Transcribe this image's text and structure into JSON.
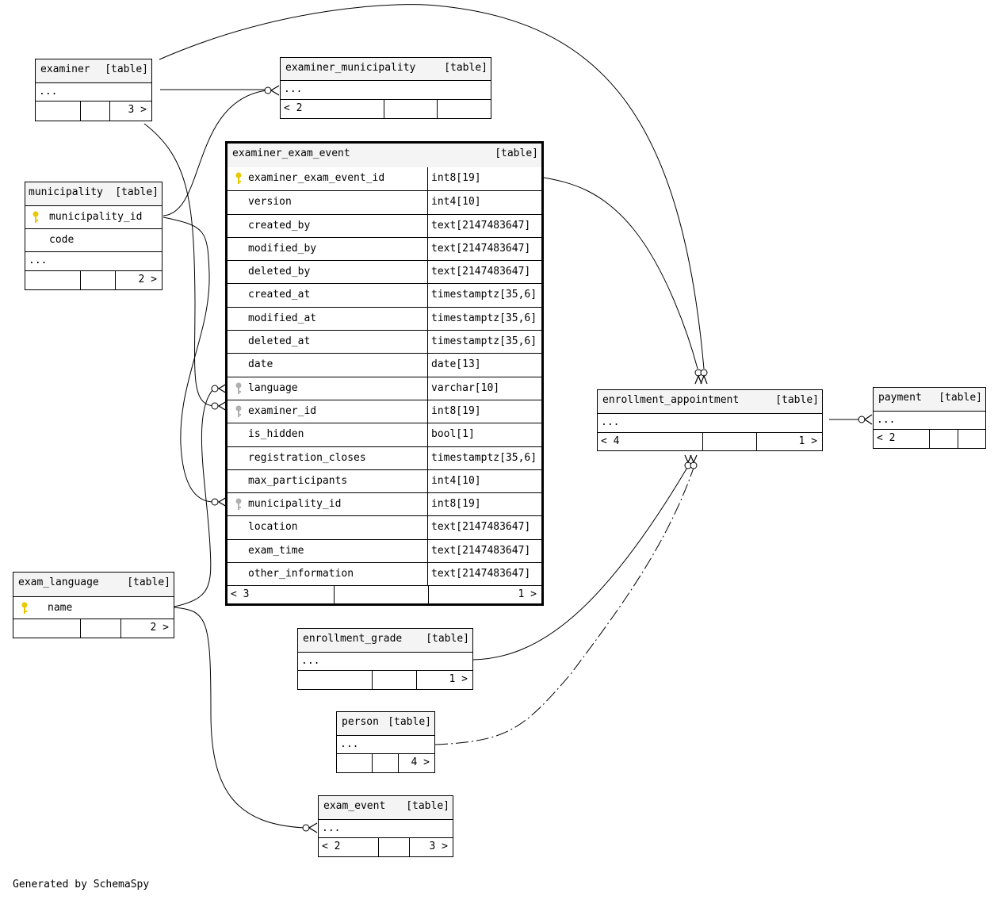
{
  "diagram": {
    "tables": {
      "examiner": {
        "name": "examiner",
        "tag": "[table]",
        "columns_more": "...",
        "footer": [
          "",
          "",
          "3 >"
        ]
      },
      "examiner_municipality": {
        "name": "examiner_municipality",
        "tag": "[table]",
        "columns_more": "...",
        "footer": [
          "< 2",
          "",
          ""
        ]
      },
      "municipality": {
        "name": "municipality",
        "tag": "[table]",
        "columns": [
          {
            "name": "municipality_id",
            "key": "primary"
          },
          {
            "name": "code",
            "key": "none"
          }
        ],
        "columns_more": "...",
        "footer": [
          "",
          "",
          "2 >"
        ]
      },
      "examiner_exam_event": {
        "name": "examiner_exam_event",
        "tag": "[table]",
        "columns": [
          {
            "name": "examiner_exam_event_id",
            "type": "int8[19]",
            "key": "primary"
          },
          {
            "name": "version",
            "type": "int4[10]",
            "key": "none"
          },
          {
            "name": "created_by",
            "type": "text[2147483647]",
            "key": "none"
          },
          {
            "name": "modified_by",
            "type": "text[2147483647]",
            "key": "none"
          },
          {
            "name": "deleted_by",
            "type": "text[2147483647]",
            "key": "none"
          },
          {
            "name": "created_at",
            "type": "timestamptz[35,6]",
            "key": "none"
          },
          {
            "name": "modified_at",
            "type": "timestamptz[35,6]",
            "key": "none"
          },
          {
            "name": "deleted_at",
            "type": "timestamptz[35,6]",
            "key": "none"
          },
          {
            "name": "date",
            "type": "date[13]",
            "key": "none"
          },
          {
            "name": "language",
            "type": "varchar[10]",
            "key": "foreign"
          },
          {
            "name": "examiner_id",
            "type": "int8[19]",
            "key": "foreign"
          },
          {
            "name": "is_hidden",
            "type": "bool[1]",
            "key": "none"
          },
          {
            "name": "registration_closes",
            "type": "timestamptz[35,6]",
            "key": "none"
          },
          {
            "name": "max_participants",
            "type": "int4[10]",
            "key": "none"
          },
          {
            "name": "municipality_id",
            "type": "int8[19]",
            "key": "foreign"
          },
          {
            "name": "location",
            "type": "text[2147483647]",
            "key": "none"
          },
          {
            "name": "exam_time",
            "type": "text[2147483647]",
            "key": "none"
          },
          {
            "name": "other_information",
            "type": "text[2147483647]",
            "key": "none"
          }
        ],
        "footer": [
          "< 3",
          "",
          "1 >"
        ]
      },
      "exam_language": {
        "name": "exam_language",
        "tag": "[table]",
        "columns": [
          {
            "name": "name",
            "key": "primary"
          }
        ],
        "footer": [
          "",
          "",
          "2 >"
        ]
      },
      "enrollment_appointment": {
        "name": "enrollment_appointment",
        "tag": "[table]",
        "columns_more": "...",
        "footer": [
          "< 4",
          "",
          "1 >"
        ]
      },
      "payment": {
        "name": "payment",
        "tag": "[table]",
        "columns_more": "...",
        "footer": [
          "< 2",
          "",
          ""
        ]
      },
      "enrollment_grade": {
        "name": "enrollment_grade",
        "tag": "[table]",
        "columns_more": "...",
        "footer": [
          "",
          "",
          "1 >"
        ]
      },
      "person": {
        "name": "person",
        "tag": "[table]",
        "columns_more": "...",
        "footer": [
          "",
          "",
          "4 >"
        ]
      },
      "exam_event": {
        "name": "exam_event",
        "tag": "[table]",
        "columns_more": "...",
        "footer": [
          "< 2",
          "",
          "3 >"
        ]
      }
    },
    "colors": {
      "primary_key": "#e8c800",
      "foreign_key": "#b0b0b0",
      "header_bg": "#f4f4f4"
    },
    "credit": "Generated by SchemaSpy"
  }
}
